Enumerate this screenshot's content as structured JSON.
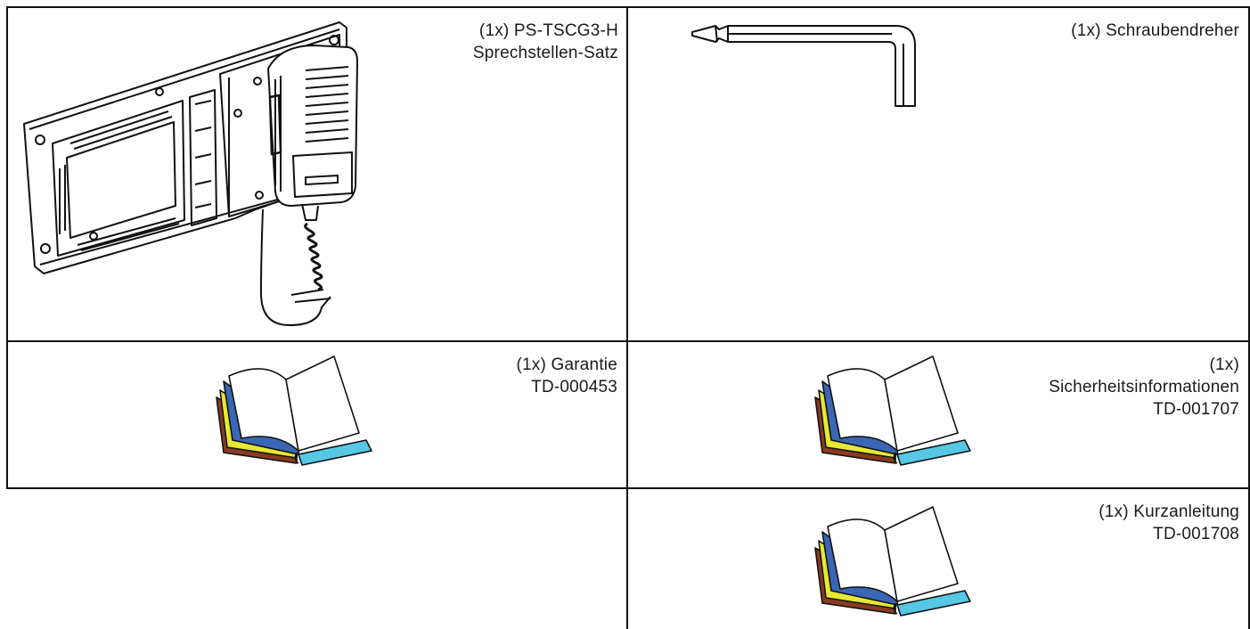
{
  "items": [
    {
      "id": "speech-station-set",
      "lines": [
        "(1x) PS-TSCG3-H",
        "Sprechstellen-Satz"
      ],
      "illustration": "intercom-station-set"
    },
    {
      "id": "screwdriver",
      "lines": [
        "(1x) Schraubendreher"
      ],
      "illustration": "l-shaped-screwdriver"
    },
    {
      "id": "warranty",
      "lines": [
        "(1x) Garantie",
        "TD-000453"
      ],
      "illustration": "open-book"
    },
    {
      "id": "safety-information",
      "lines": [
        "(1x)",
        "Sicherheitsinformationen",
        "TD-001707"
      ],
      "illustration": "open-book"
    },
    {
      "id": "quick-guide",
      "lines": [
        "(1x) Kurzanleitung",
        "TD-001708"
      ],
      "illustration": "open-book"
    }
  ],
  "colors": {
    "book_page_white": "#ffffff",
    "book_blue": "#3a66b5",
    "book_yellow": "#e6e832",
    "book_brown": "#8a3b1e",
    "book_cyan": "#56c8e6",
    "line": "#111111"
  }
}
